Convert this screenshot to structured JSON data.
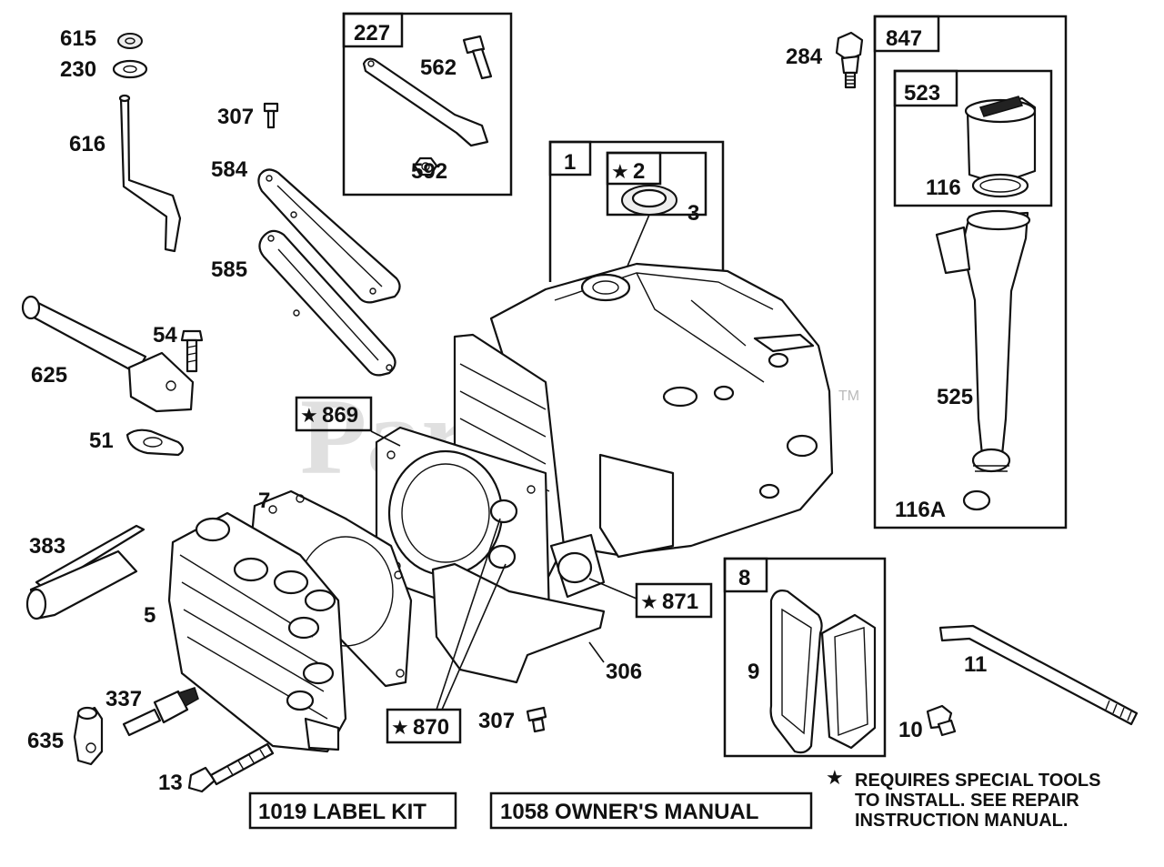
{
  "watermark": {
    "text": "PartsTree",
    "trademark": "TM"
  },
  "labels": {
    "l615": "615",
    "l230": "230",
    "l616": "616",
    "l307a": "307",
    "l584": "584",
    "l585": "585",
    "l54": "54",
    "l625": "625",
    "l51": "51",
    "l562": "562",
    "l592": "592",
    "l3": "3",
    "l284": "284",
    "l116": "116",
    "l525": "525",
    "l116a": "116A",
    "l7": "7",
    "l383": "383",
    "l5": "5",
    "l337": "337",
    "l635": "635",
    "l13": "13",
    "l306": "306",
    "l307b": "307",
    "l9": "9",
    "l11": "11",
    "l10": "10"
  },
  "boxes": {
    "b227": "227",
    "b1": "1",
    "b2": "2",
    "b847": "847",
    "b523": "523",
    "b869": "869",
    "b871": "871",
    "b870": "870",
    "b8": "8",
    "label_kit": "1019 LABEL KIT",
    "owners_manual": "1058 OWNER'S MANUAL"
  },
  "note": {
    "line1": "REQUIRES SPECIAL TOOLS",
    "line2": "TO INSTALL.  SEE REPAIR",
    "line3": "INSTRUCTION MANUAL."
  },
  "special_tool_symbol": "★"
}
